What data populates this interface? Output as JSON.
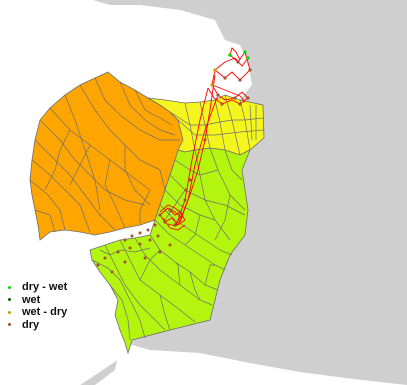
{
  "map": {
    "colors": {
      "sea": "#cfcfcf",
      "land": "#ffffff",
      "orange_zone": "#ffa500",
      "yellow_zone": "#f5f51e",
      "green_zone": "#b3f50f",
      "border": "#6e6e6e",
      "track": "#ff0000"
    }
  },
  "legend": {
    "items": [
      {
        "label": "dry - wet",
        "color": "#00dd00"
      },
      {
        "label": "wet",
        "color": "#006400"
      },
      {
        "label": "wet - dry",
        "color": "#c8a000"
      },
      {
        "label": "dry",
        "color": "#a0522d"
      }
    ]
  }
}
